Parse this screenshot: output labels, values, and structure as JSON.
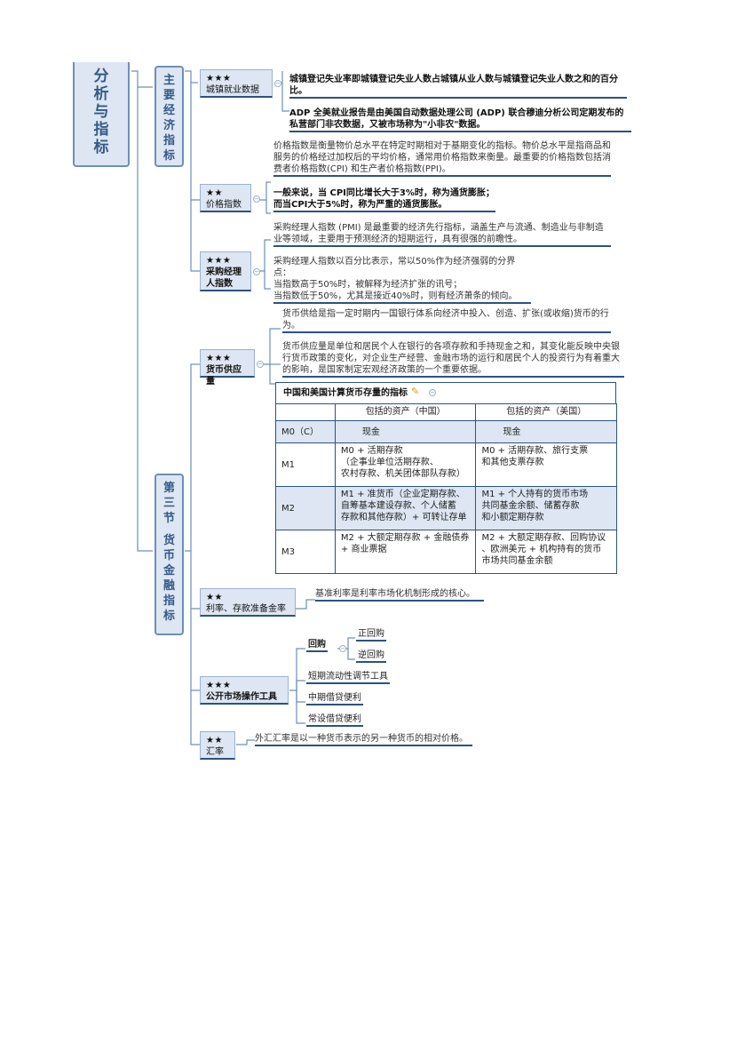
{
  "level1_title": [
    "分",
    "析",
    "与",
    "指",
    "标"
  ],
  "level2_main": [
    "主",
    "要",
    "经",
    "济",
    "指",
    "标"
  ],
  "level2_section": [
    "第",
    "三",
    "节",
    "",
    "货",
    "币",
    "金",
    "融",
    "指",
    "标"
  ],
  "nodes": {
    "employment": {
      "stars": "★★★",
      "label": "城镇就业数据"
    },
    "price_index": {
      "stars": "★★",
      "label": "价格指数"
    },
    "pmi": {
      "stars": "★★★",
      "label_line1": "采购经理",
      "label_line2": "人指数"
    },
    "money_supply": {
      "stars": "★★★",
      "label": "货币供应量"
    },
    "interest_rate": {
      "stars": "★★",
      "label": "利率、存款准备金率"
    },
    "open_market": {
      "stars": "★★★",
      "label": "公开市场操作工具"
    },
    "exchange_rate": {
      "stars": "★★",
      "label": "汇率"
    }
  },
  "texts": {
    "employment_1": "城镇登记失业率即城镇登记失业人数占城镇从业人数与城镇登记失业人数之和的百分比。",
    "employment_2": "ADP 全美就业报告是由美国自动数据处理公司 (ADP) 联合穆迪分析公司定期发布的私营部门非农数据，又被市场称为\"小非农\"数据。",
    "price_1": "价格指数是衡量物价总水平在特定时期相对于基期变化的指标。物价总水平是指商品和服务的价格经过加权后的平均价格，通常用价格指数来衡量。最重要的价格指数包括消费者价格指数(CPI) 和生产者价格指数(PPI)。",
    "price_2a": "一般来说，当 CPI同比增长大于3%时，称为通货膨胀；",
    "price_2b": "而当CPI大于5%时，称为严重的通货膨胀。",
    "pmi_1": "采购经理人指数 (PMI) 是最重要的经济先行指标，涵盖生产与流通、制造业与非制造业等领域，主要用于预测经济的短期运行，具有很强的前瞻性。",
    "pmi_2a": "采购经理人指数以百分比表示，常以50%作为经济强弱的分界点：",
    "pmi_2b": "当指数高于50%时，被解释为经济扩张的讯号；",
    "pmi_2c": "当指数低于50%，尤其是接近40%时，则有经济萧条的倾向。",
    "money_1": "货币供给是指一定时期内一国银行体系向经济中投入、创造、扩张(或收缩)货币的行为。",
    "money_2": "货币供应量是单位和居民个人在银行的各项存款和手持现金之和，其变化能反映中央银行货币政策的变化，对企业生产经营、金融市场的运行和居民个人的投资行为有着重大的影响，是国家制定宏观经济政策的一个重要依据。",
    "interest_1": "基准利率是利率市场化机制形成的核心。",
    "exchange_1": "外汇汇率是以一种货币表示的另一种货币的相对价格。"
  },
  "table": {
    "title": "中国和美国计算货币存量的指标",
    "headers": [
      "",
      "包括的资产（中国）",
      "包括的资产（美国）"
    ],
    "rows": [
      {
        "label": "M0（C）",
        "cn": "现金",
        "us": "现金"
      },
      {
        "label": "M1",
        "cn": "M0 + 活期存款\n（企事业单位活期存款、\n农村存款、机关团体部队存款）",
        "us": "M0 + 活期存款、旅行支票\n和其他支票存款"
      },
      {
        "label": "M2",
        "cn": "M1 + 准货币（企业定期存款、\n自筹基本建设存款、个人储蓄\n存款和其他存款）+ 可转让存单",
        "us": "M1 + 个人持有的货币市场\n共同基金余额、储蓄存款\n和小额定期存款"
      },
      {
        "label": "M3",
        "cn": "M2 + 大额定期存款 + 金融债券\n+ 商业票据",
        "us": "M2 + 大额定期存款、回购协议\n、欧洲美元 + 机构持有的货币\n市场共同基金余额"
      }
    ]
  },
  "open_market_items": {
    "repo": "回购",
    "repo_forward": "正回购",
    "repo_reverse": "逆回购",
    "slf": "短期流动性调节工具",
    "mlf": "中期借贷便利",
    "sf": "常设借贷便利"
  },
  "colors": {
    "accent": "#2c5282",
    "node_fill": "#dde6f2",
    "border": "#6d90b8"
  }
}
